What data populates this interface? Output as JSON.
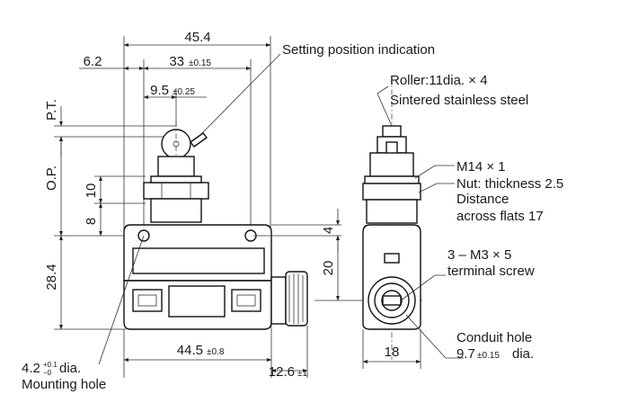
{
  "dims": {
    "overall_width": "45.4",
    "left_offset": "6.2",
    "hole_pitch": "33",
    "hole_pitch_tol": "±0.15",
    "plunger_offset": "9.5",
    "plunger_offset_tol": "±0.25",
    "nut_height": "10",
    "thread_height": "8",
    "body_height": "28.4",
    "top_to_hole": "4",
    "hole_to_center": "20",
    "base_width": "44.5",
    "base_width_tol": "±0.8",
    "conduit_len": "12.6",
    "conduit_len_tol": "±1",
    "side_width": "18"
  },
  "labels": {
    "pt": "P.T.",
    "op": "O.P.",
    "setting": "Setting position indication",
    "roller_line1": "Roller:11dia. × 4",
    "roller_line2": "Sintered stainless steel",
    "thread": "M14 × 1",
    "nut_line1": "Nut: thickness 2.5",
    "nut_line2": "Distance",
    "nut_line3": "across flats 17",
    "terminal_line1": "3 – M3 × 5",
    "terminal_line2": "terminal screw",
    "conduit_line1": "Conduit hole",
    "conduit_line2_a": "9.7",
    "conduit_line2_tol": "±0.15",
    "conduit_line2_b": "dia.",
    "mount_dia_a": "4.2",
    "mount_tol_plus": "+0.1",
    "mount_tol_minus": "−0",
    "mount_dia_b": "dia.",
    "mount_line2": "Mounting hole"
  }
}
